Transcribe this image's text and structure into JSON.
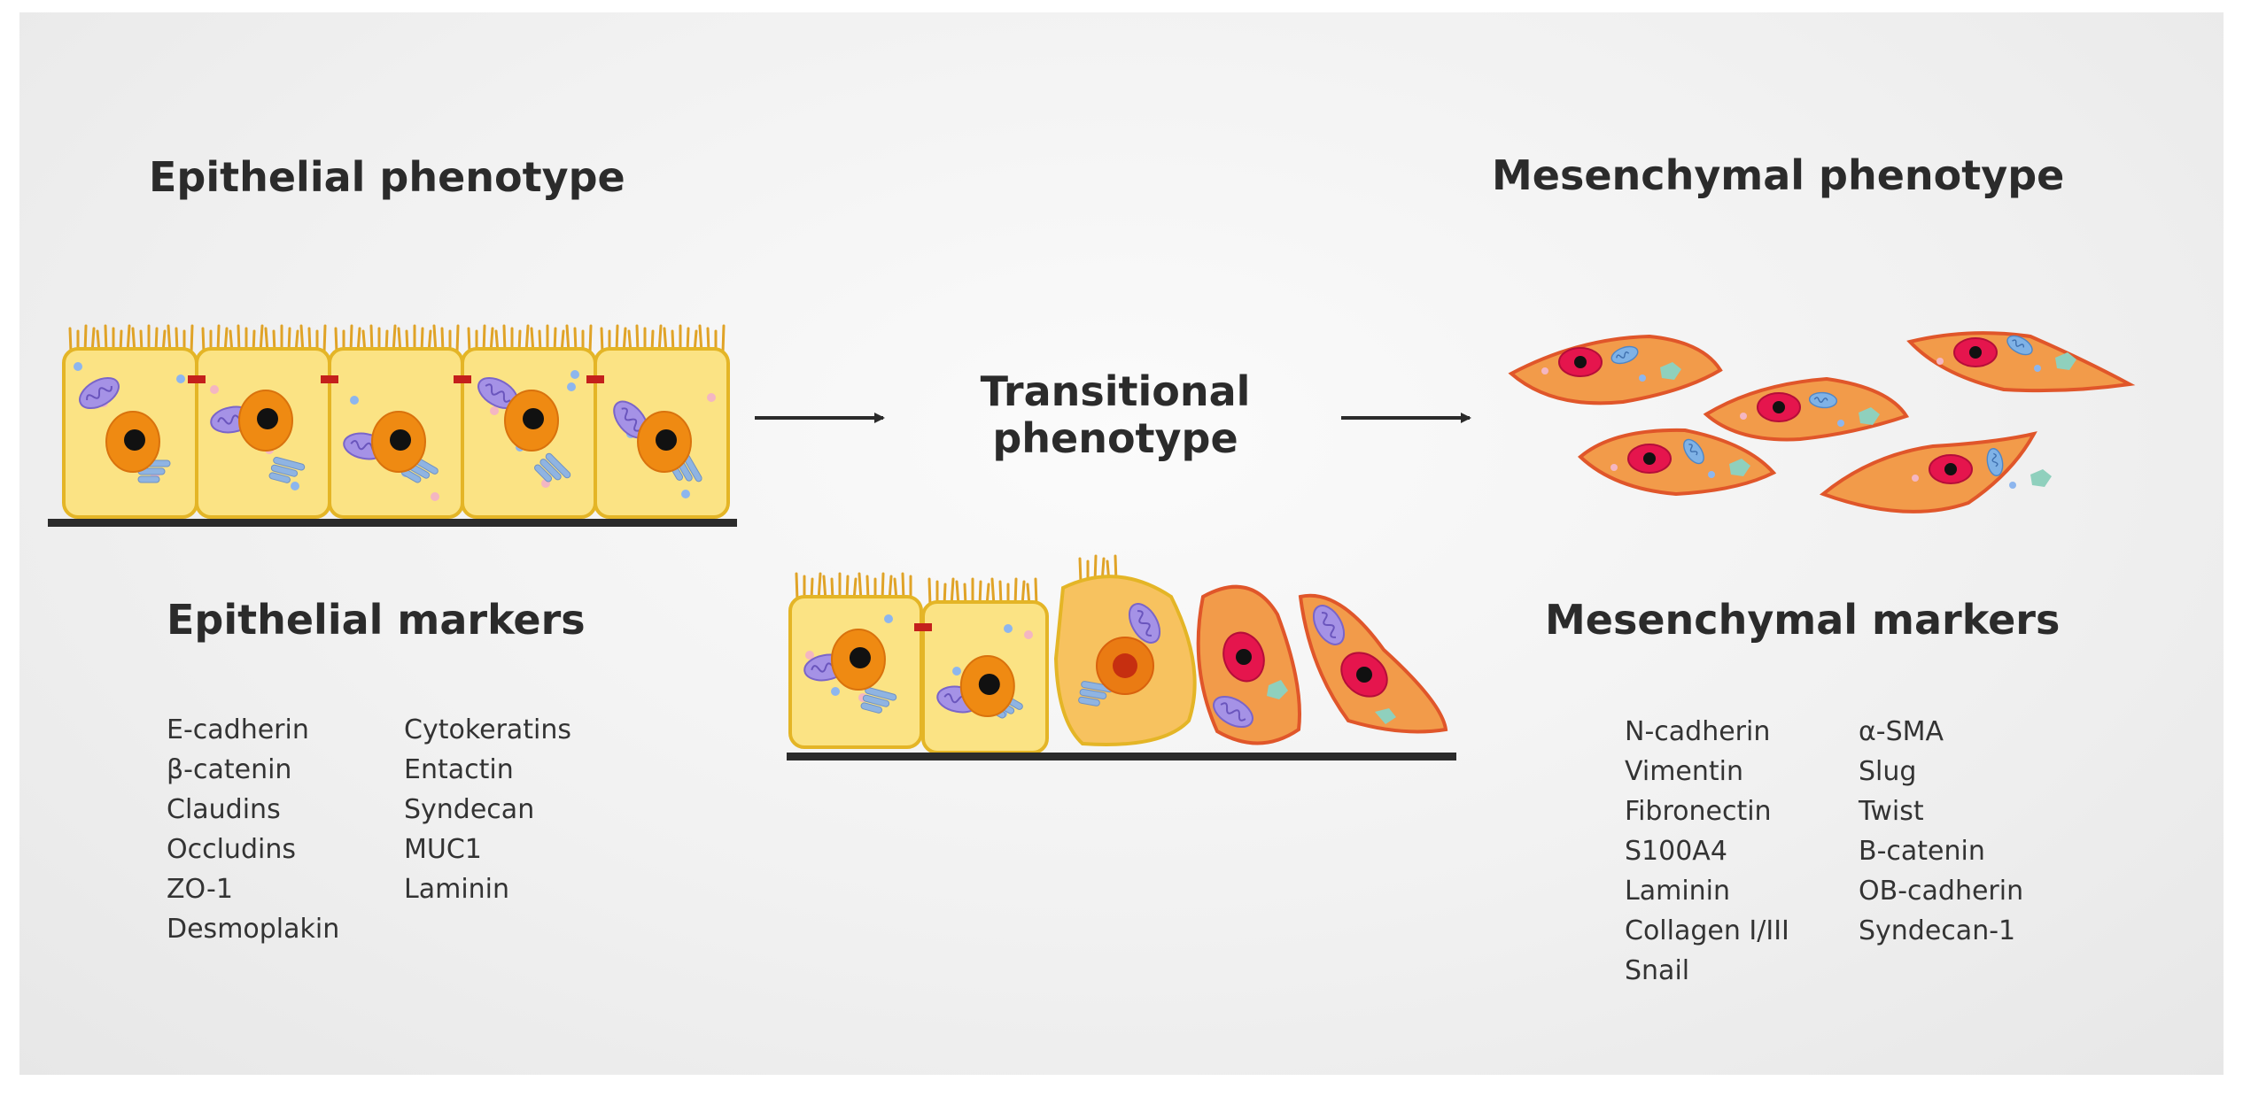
{
  "epithelial": {
    "title": "Epithelial phenotype",
    "markers_title": "Epithelial markers",
    "markers_col1": [
      "E-cadherin",
      "β-catenin",
      "Claudins",
      "Occludins",
      "ZO-1",
      "Desmoplakin"
    ],
    "markers_col2": [
      "Cytokeratins",
      "Entactin",
      "Syndecan",
      "MUC1",
      "Laminin"
    ]
  },
  "transitional": {
    "title_line1": "Transitional",
    "title_line2": "phenotype"
  },
  "mesenchymal": {
    "title": "Mesenchymal phenotype",
    "markers_title": "Mesenchymal markers",
    "markers_col1": [
      "N-cadherin",
      "Vimentin",
      "Fibronectin",
      "S100A4",
      "Laminin",
      "Collagen I/III",
      "Snail"
    ],
    "markers_col2": [
      "α-SMA",
      "Slug",
      "Twist",
      "Β-catenin",
      "OB-cadherin",
      "Syndecan-1"
    ]
  },
  "colors": {
    "epithelial_cell": "#fbe384",
    "epithelial_outline": "#e4b526",
    "nucleus": "#ef8a12",
    "nucleolus": "#111111",
    "mesenchymal_cell": "#f29b4a",
    "mesenchymal_outline": "#e0562a",
    "mesenchymal_nucleus": "#e5154d",
    "mitochondria": "#a592e6",
    "golgi": "#8fb4e2",
    "tight_junction": "#c4201c",
    "basement_membrane": "#2b2b2b"
  }
}
